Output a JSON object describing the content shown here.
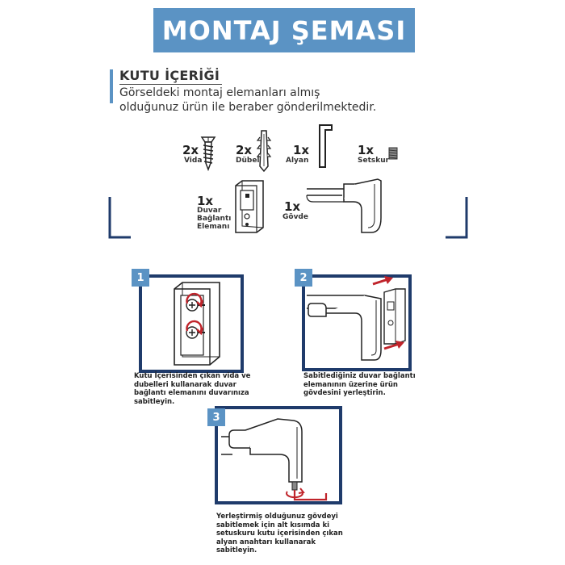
{
  "header": {
    "title": "MONTAJ ŞEMASI"
  },
  "box_contents": {
    "title": "KUTU İÇERİĞİ",
    "description_line1": "Görseldeki montaj elemanları almış",
    "description_line2": "olduğunuz ürün ile beraber gönderilmektedir."
  },
  "parts": [
    {
      "qty": "2x",
      "label_lines": [
        "Vida"
      ],
      "icon": "screw-icon"
    },
    {
      "qty": "2x",
      "label_lines": [
        "Dübel"
      ],
      "icon": "wall-plug-icon"
    },
    {
      "qty": "1x",
      "label_lines": [
        "Alyan"
      ],
      "icon": "allen-key-icon"
    },
    {
      "qty": "1x",
      "label_lines": [
        "Setskur"
      ],
      "icon": "set-screw-icon"
    },
    {
      "qty": "1x",
      "label_lines": [
        "Duvar",
        "Bağlantı",
        "Elemanı"
      ],
      "icon": "wall-bracket-icon"
    },
    {
      "qty": "1x",
      "label_lines": [
        "Gövde"
      ],
      "icon": "body-icon"
    }
  ],
  "steps": [
    {
      "number": "1",
      "text_lines": [
        "Kutu İçerisinden çıkan vida ve",
        "dubelleri kullanarak duvar",
        "bağlantı elemanını duvarınıza",
        "sabitleyin."
      ]
    },
    {
      "number": "2",
      "text_lines": [
        "Sabitlediğiniz duvar bağlantı",
        "elemanının üzerine ürün",
        "gövdesini yerleştirin."
      ]
    },
    {
      "number": "3",
      "text_lines": [
        "Yerleştirmiş olduğunuz gövdeyi",
        "sabitlemek için alt kısımda ki",
        "setuskuru kutu içerisinden çıkan",
        "alyan anahtarı kullanarak",
        "sabitleyin."
      ]
    }
  ],
  "colors": {
    "accent": "#5b93c4",
    "frame": "#1f3b6b",
    "arrow": "#c0242b"
  }
}
